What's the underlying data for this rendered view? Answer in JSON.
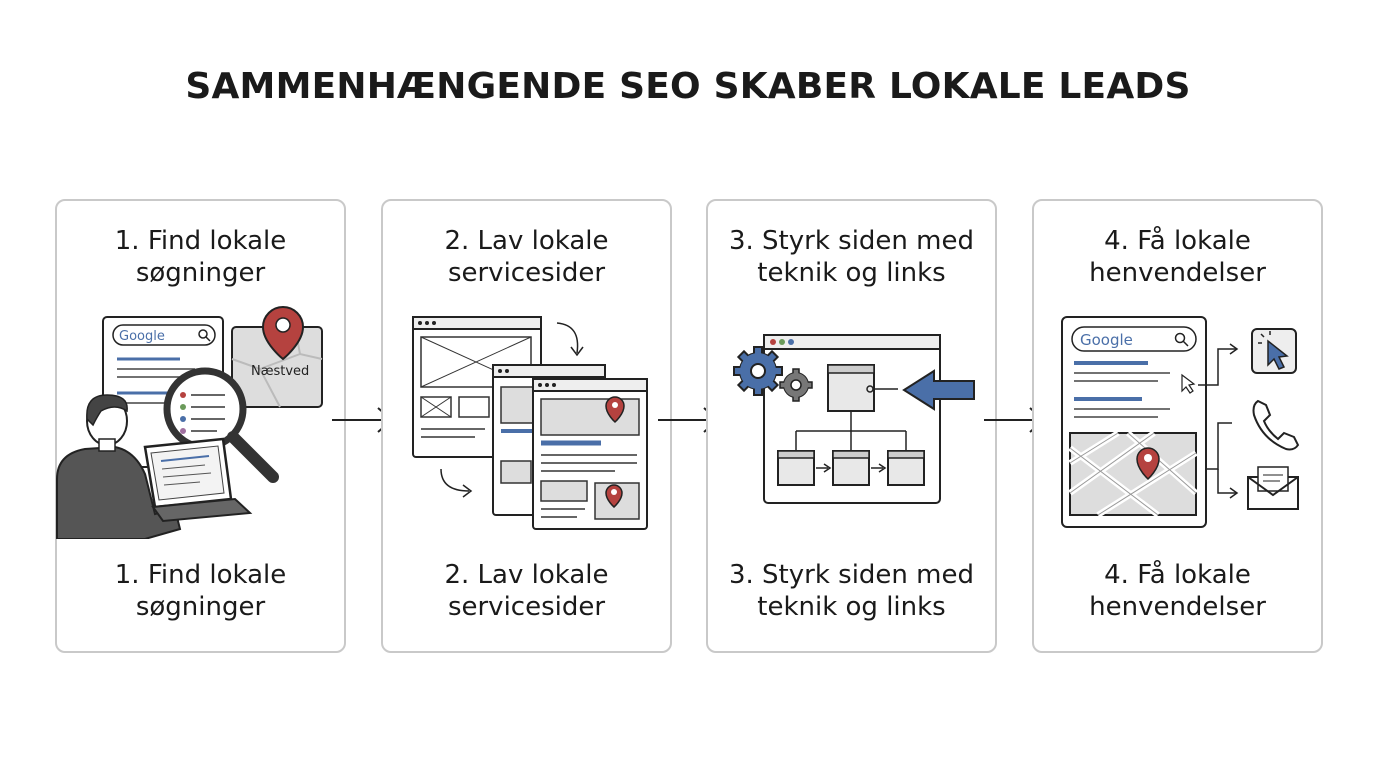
{
  "title": "SAMMENHÆNGENDE SEO SKABER LOKALE LEADS",
  "steps": [
    {
      "line1": "1. Find lokale",
      "line2": "søgninger"
    },
    {
      "line1": "2. Lav lokale",
      "line2": "servicesider"
    },
    {
      "line1": "3. Styrk siden med",
      "line2": "teknik og links"
    },
    {
      "line1": "4. Få lokale",
      "line2": "henvendelser"
    }
  ],
  "illustrations": {
    "search_logo": "Google",
    "map_label": "Næstved"
  },
  "colors": {
    "pin": "#b5423f",
    "accent_blue": "#4a6fa8",
    "panel_border": "#c9c9c9",
    "ink": "#1a1a1a"
  }
}
